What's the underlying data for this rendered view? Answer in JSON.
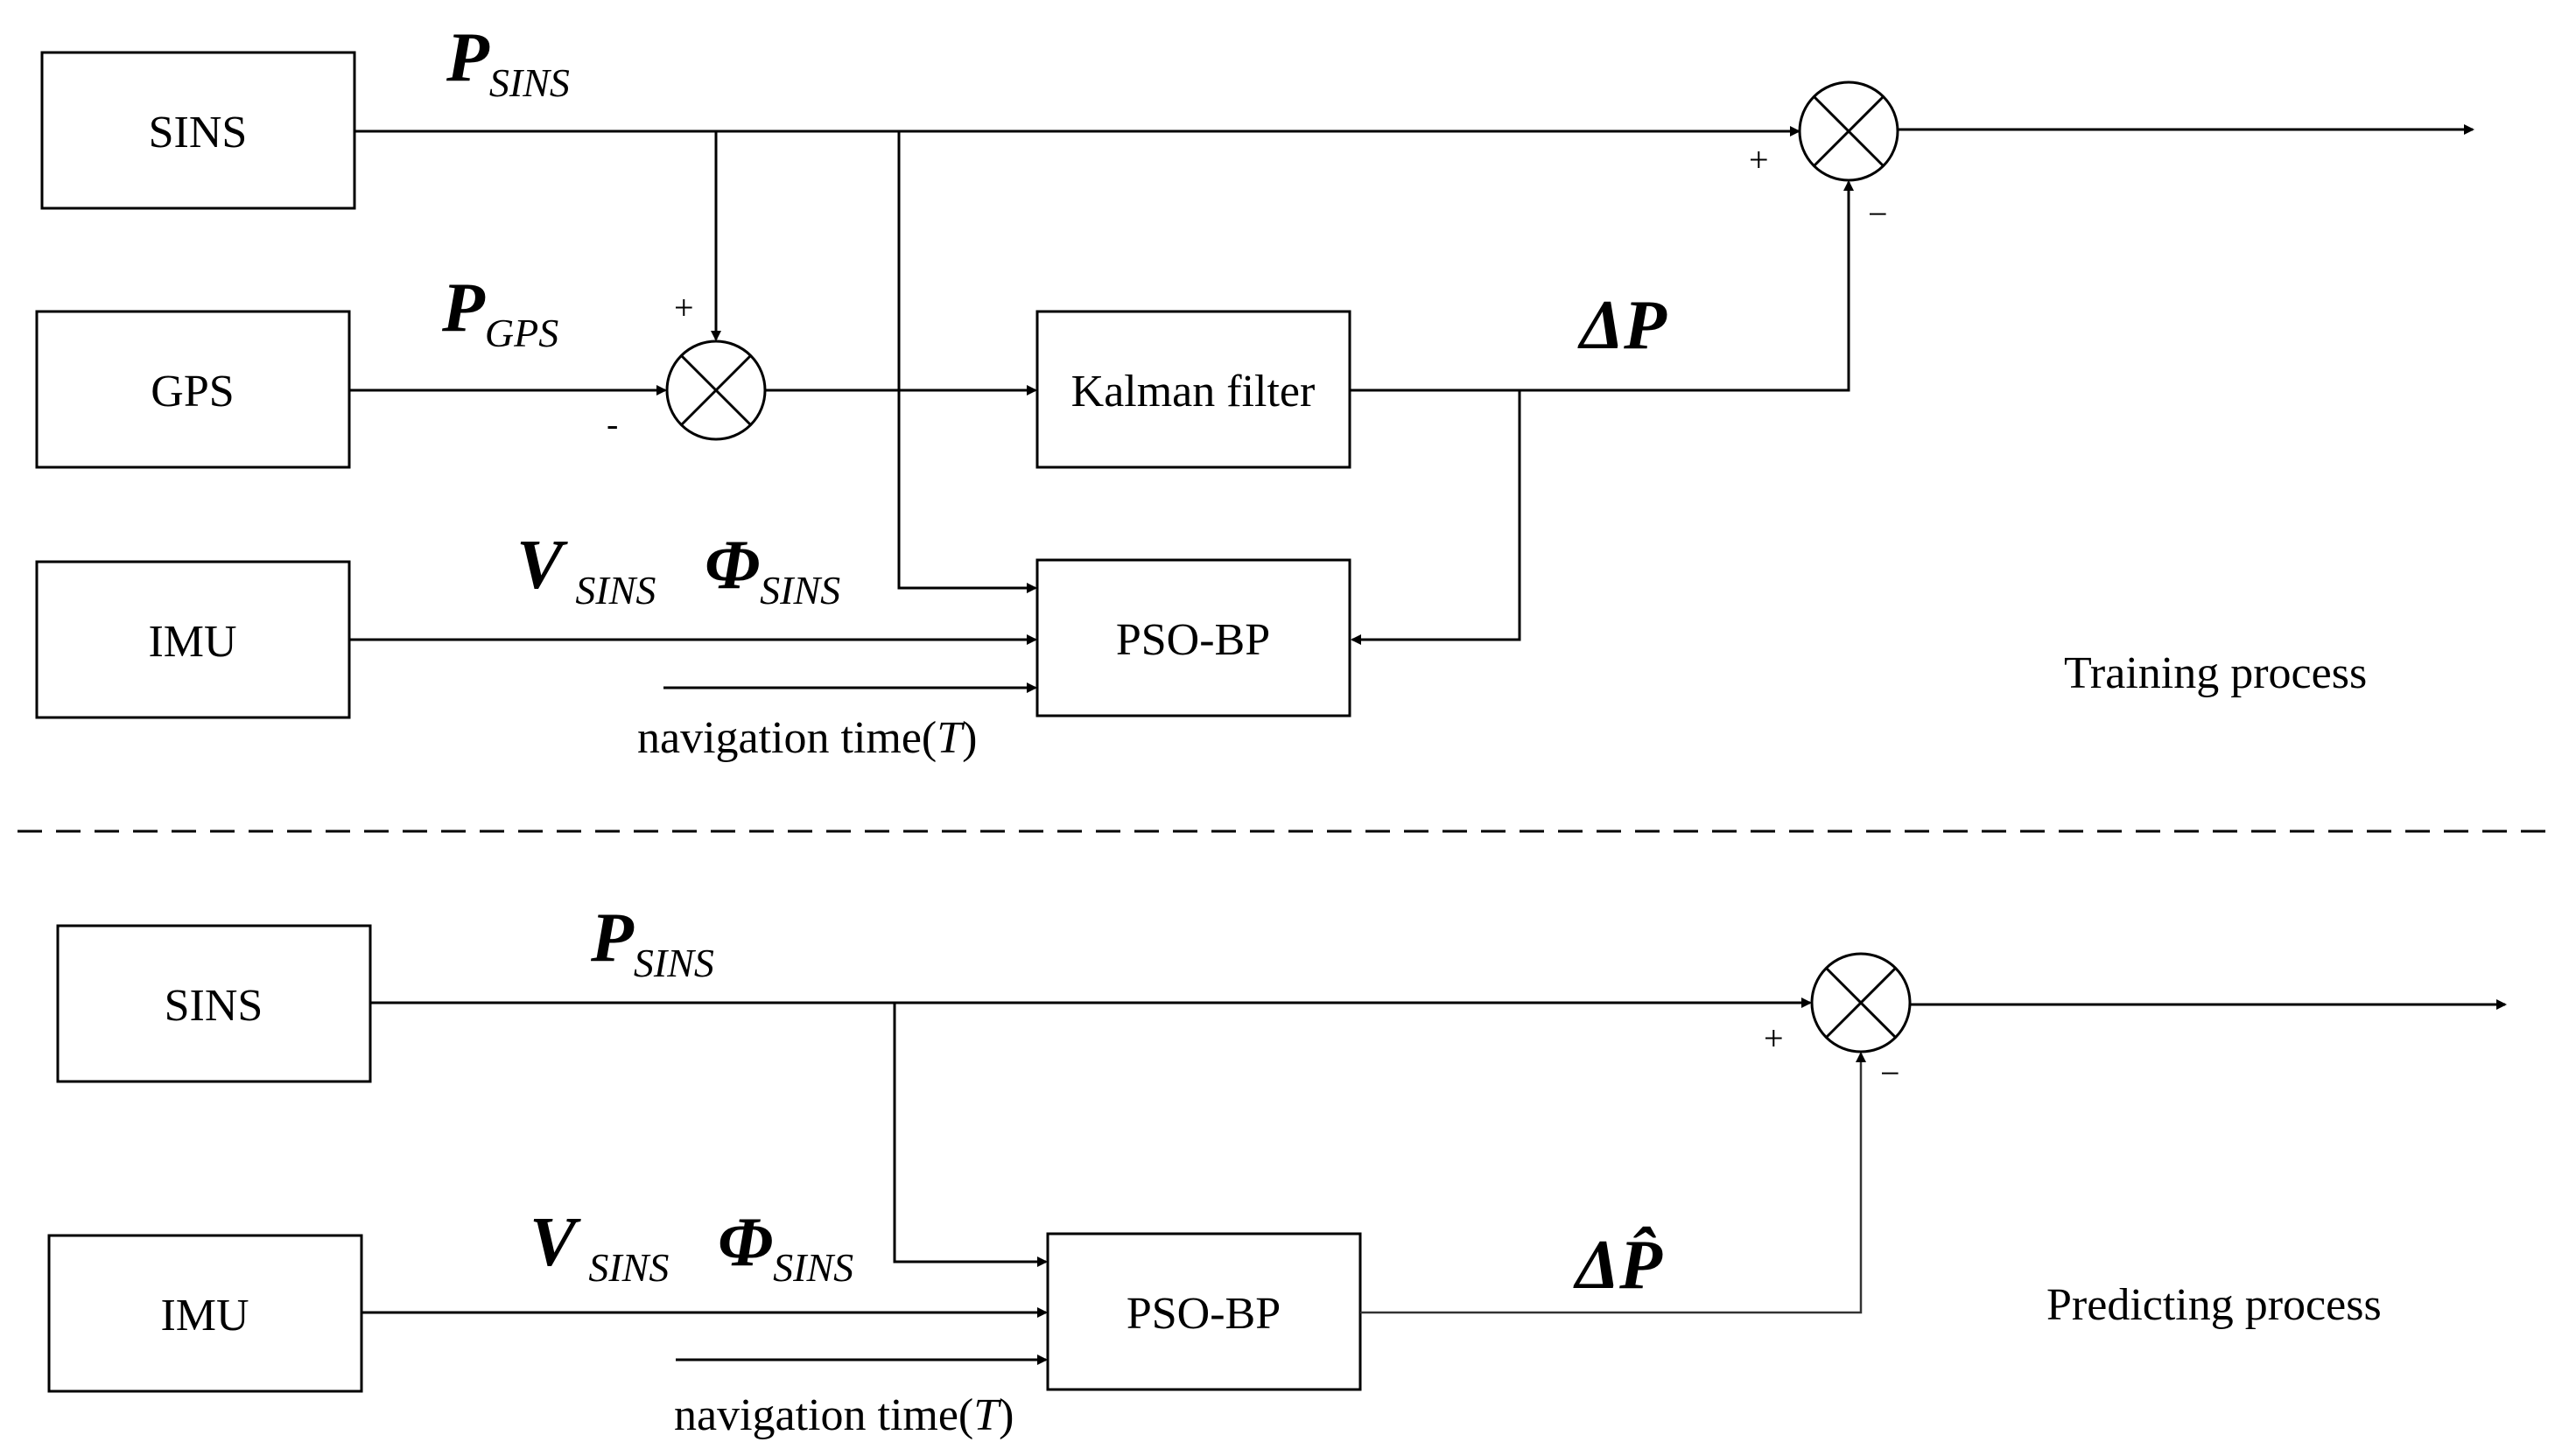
{
  "training": {
    "sins_label": "SINS",
    "gps_label": "GPS",
    "imu_label": "IMU",
    "kalman_label": "Kalman filter",
    "psobp_label": "PSO-BP",
    "p_sins_main": "P",
    "p_sins_sub": "SINS",
    "p_gps_main": "P",
    "p_gps_sub": "GPS",
    "v_sins_main": "V",
    "v_sins_sub": "SINS",
    "phi_sins_main": "Φ",
    "phi_sins_sub": "SINS",
    "delta_p": "ΔP",
    "nav_time_prefix": "navigation time(",
    "nav_time_var": "T",
    "nav_time_suffix": ")",
    "process_label": "Training process",
    "sum1_plus": "+",
    "sum1_minus": "-",
    "sum2_plus": "+",
    "sum2_minus": "−"
  },
  "predicting": {
    "sins_label": "SINS",
    "imu_label": "IMU",
    "psobp_label": "PSO-BP",
    "p_sins_main": "P",
    "p_sins_sub": "SINS",
    "v_sins_main": "V",
    "v_sins_sub": "SINS",
    "phi_sins_main": "Φ",
    "phi_sins_sub": "SINS",
    "delta_p_hat": "ΔP̂",
    "nav_time_prefix": "navigation time(",
    "nav_time_var": "T",
    "nav_time_suffix": ")",
    "process_label": "Predicting process",
    "sum_plus": "+",
    "sum_minus": "−"
  }
}
